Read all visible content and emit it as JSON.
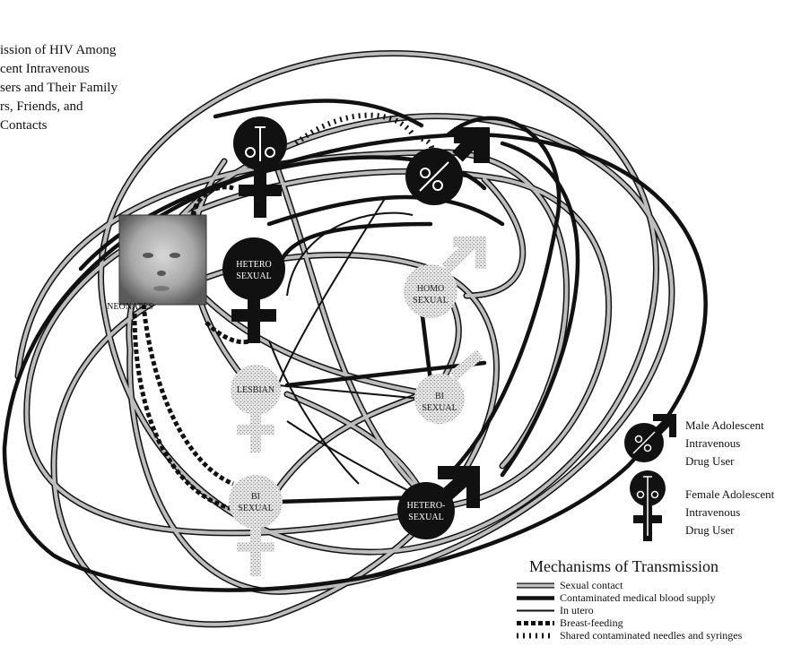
{
  "title": {
    "lines": [
      "ission of HIV Among",
      "cent Intravenous",
      "sers and Their Family",
      "rs, Friends, and",
      "Contacts"
    ]
  },
  "nodes": {
    "neonates": "NEONATES",
    "hetero_female": [
      "HETERO",
      "SEXUAL"
    ],
    "homo": [
      "HOMO",
      "SEXUAL"
    ],
    "lesbian": "LESBIAN",
    "bi_right": [
      "BI",
      "SEXUAL"
    ],
    "bi_lower": [
      "BI",
      "SEXUAL"
    ],
    "hetero_male": [
      "HETERO-",
      "SEXUAL"
    ]
  },
  "key": {
    "male": [
      "Male Adolescent",
      "Intravenous",
      "Drug User"
    ],
    "female": [
      "Female Adolescent",
      "Intravenous",
      "Drug User"
    ]
  },
  "legend": {
    "title": "Mechanisms of Transmission",
    "items": [
      {
        "label": "Sexual contact",
        "style": "sexual"
      },
      {
        "label": "Contaminated medical blood supply",
        "style": "blood"
      },
      {
        "label": "In utero",
        "style": "utero"
      },
      {
        "label": "Breast-feeding",
        "style": "breast"
      },
      {
        "label": "Shared contaminated needles and syringes",
        "style": "needles"
      }
    ]
  },
  "colors": {
    "ink": "#111111",
    "sexual_contact": "#bdbdbd",
    "node_fill": "#d9d9d9"
  }
}
